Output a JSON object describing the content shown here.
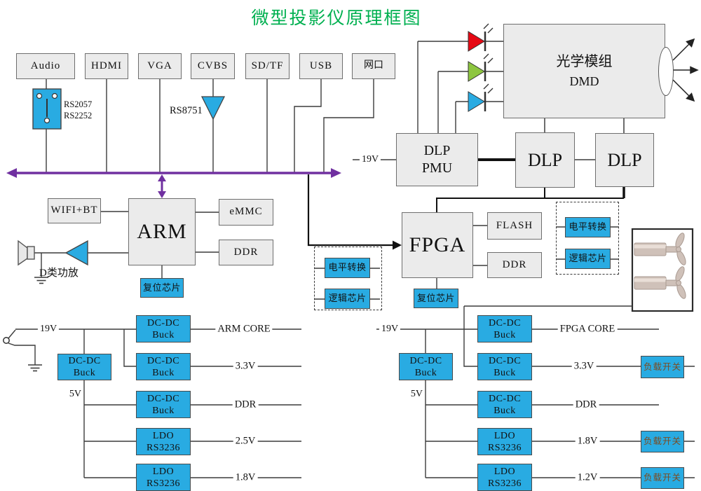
{
  "title": "微型投影仪原理框图",
  "colors": {
    "accent_blue": "#29abe2",
    "bus_purple": "#7030a0",
    "title_green": "#00b050",
    "led_red": "#e60914",
    "led_green": "#8dc63f",
    "led_blue": "#29abe2",
    "box_gray": "#ebebeb",
    "load_switch_text": "#7d4a1f"
  },
  "ports": {
    "audio": "Audio",
    "hdmi": "HDMI",
    "vga": "VGA",
    "cvbs": "CVBS",
    "sdtf": "SD/TF",
    "usb": "USB",
    "lan": "网口"
  },
  "labels": {
    "audio_jack_1": "RS2057",
    "audio_jack_2": "RS2252",
    "cvbs_decoder": "RS8751",
    "amp": "D类功放"
  },
  "main": {
    "wifi_bt": "WIFI+BT",
    "arm": "ARM",
    "emmc": "eMMC",
    "arm_ddr": "DDR",
    "arm_reset": "复位芯片",
    "fpga": "FPGA",
    "flash": "FLASH",
    "fpga_ddr": "DDR",
    "fpga_reset": "复位芯片",
    "level_shift_left": "电平转换",
    "logic_left": "逻辑芯片",
    "level_shift_right": "电平转换",
    "logic_right": "逻辑芯片",
    "dlp_pmu_1": "DLP",
    "dlp_pmu_2": "PMU",
    "dlp_a": "DLP",
    "dlp_b": "DLP",
    "optics_1": "光学模组",
    "optics_2": "DMD"
  },
  "power_left": {
    "input": "19V",
    "pre_buck_1": "DC-DC",
    "pre_buck_2": "Buck",
    "v5": "5V",
    "rows": [
      {
        "l1": "DC-DC",
        "l2": "Buck",
        "out": "ARM CORE"
      },
      {
        "l1": "DC-DC",
        "l2": "Buck",
        "out": "3.3V"
      },
      {
        "l1": "DC-DC",
        "l2": "Buck",
        "out": "DDR"
      },
      {
        "l1": "LDO",
        "l2": "RS3236",
        "out": "2.5V"
      },
      {
        "l1": "LDO",
        "l2": "RS3236",
        "out": "1.8V"
      }
    ]
  },
  "power_right": {
    "input": "19V",
    "pre_buck_1": "DC-DC",
    "pre_buck_2": "Buck",
    "v5": "5V",
    "load_switch": "负载开关",
    "rows": [
      {
        "l1": "DC-DC",
        "l2": "Buck",
        "out": "FPGA CORE"
      },
      {
        "l1": "DC-DC",
        "l2": "Buck",
        "out": "3.3V"
      },
      {
        "l1": "DC-DC",
        "l2": "Buck",
        "out": "DDR"
      },
      {
        "l1": "LDO",
        "l2": "RS3236",
        "out": "1.8V"
      },
      {
        "l1": "LDO",
        "l2": "RS3236",
        "out": "1.2V"
      }
    ]
  },
  "dlp_pmu_rail": "19V"
}
